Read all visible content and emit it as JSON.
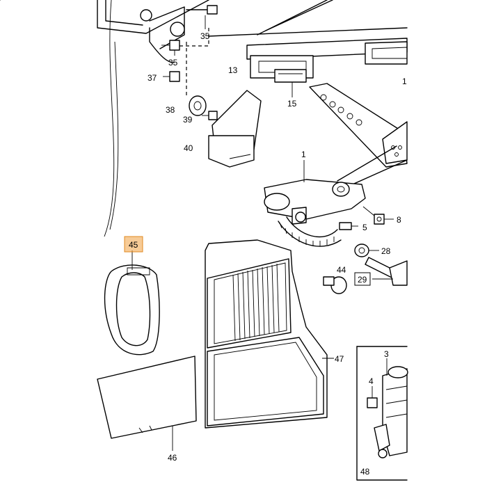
{
  "highlight_color": "#f0a040",
  "highlighted_label": "45",
  "labels": {
    "p1": "1",
    "p4": "4",
    "p5": "5",
    "p8": "8",
    "p13": "13",
    "p15": "15",
    "p28": "28",
    "p29": "29",
    "p3": "3",
    "p35a": "35",
    "p35b": "35",
    "p37": "37",
    "p38": "38",
    "p39": "39",
    "p40": "40",
    "p44": "44",
    "p45": "45",
    "p46": "46",
    "p47": "47",
    "p48": "48",
    "p_cut": "1"
  }
}
